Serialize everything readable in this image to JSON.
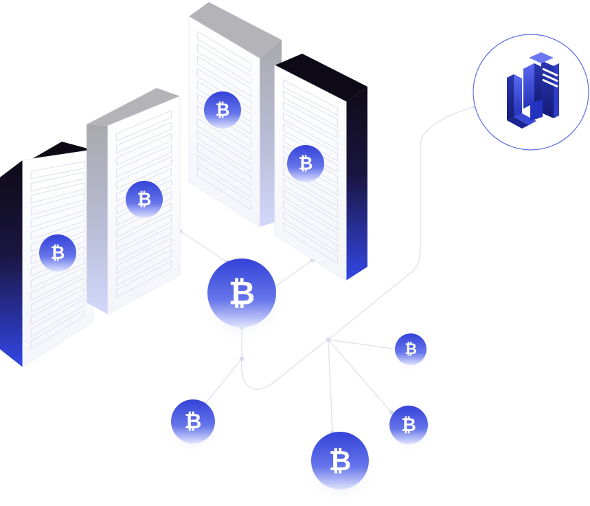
{
  "illustration": {
    "coin_symbol": "₿",
    "icons": {
      "server": "server-rack-icon",
      "coin": "bitcoin-coin-icon",
      "logo": "brand-logo-icon"
    },
    "colors": {
      "accent": "#3d4fe0",
      "accent_light": "#a9b3f5",
      "rack_dark": "#120c1c",
      "rack_grey": "#b2b2b8",
      "slot_stroke": "#dfe2ee",
      "connector": "#e3e5ee",
      "node": "#d7dbea",
      "logo_ring": "#5c6ee6"
    },
    "servers": [
      {
        "id": "server-1",
        "shade": "dark"
      },
      {
        "id": "server-2",
        "shade": "grey"
      },
      {
        "id": "server-3",
        "shade": "grey"
      },
      {
        "id": "server-4",
        "shade": "dark"
      }
    ],
    "coins": [
      {
        "id": "coin-hub",
        "role": "hub"
      },
      {
        "id": "coin-left",
        "role": "leaf"
      },
      {
        "id": "coin-bottom",
        "role": "leaf"
      },
      {
        "id": "coin-right-top",
        "role": "leaf"
      },
      {
        "id": "coin-right-bottom",
        "role": "leaf"
      }
    ]
  }
}
